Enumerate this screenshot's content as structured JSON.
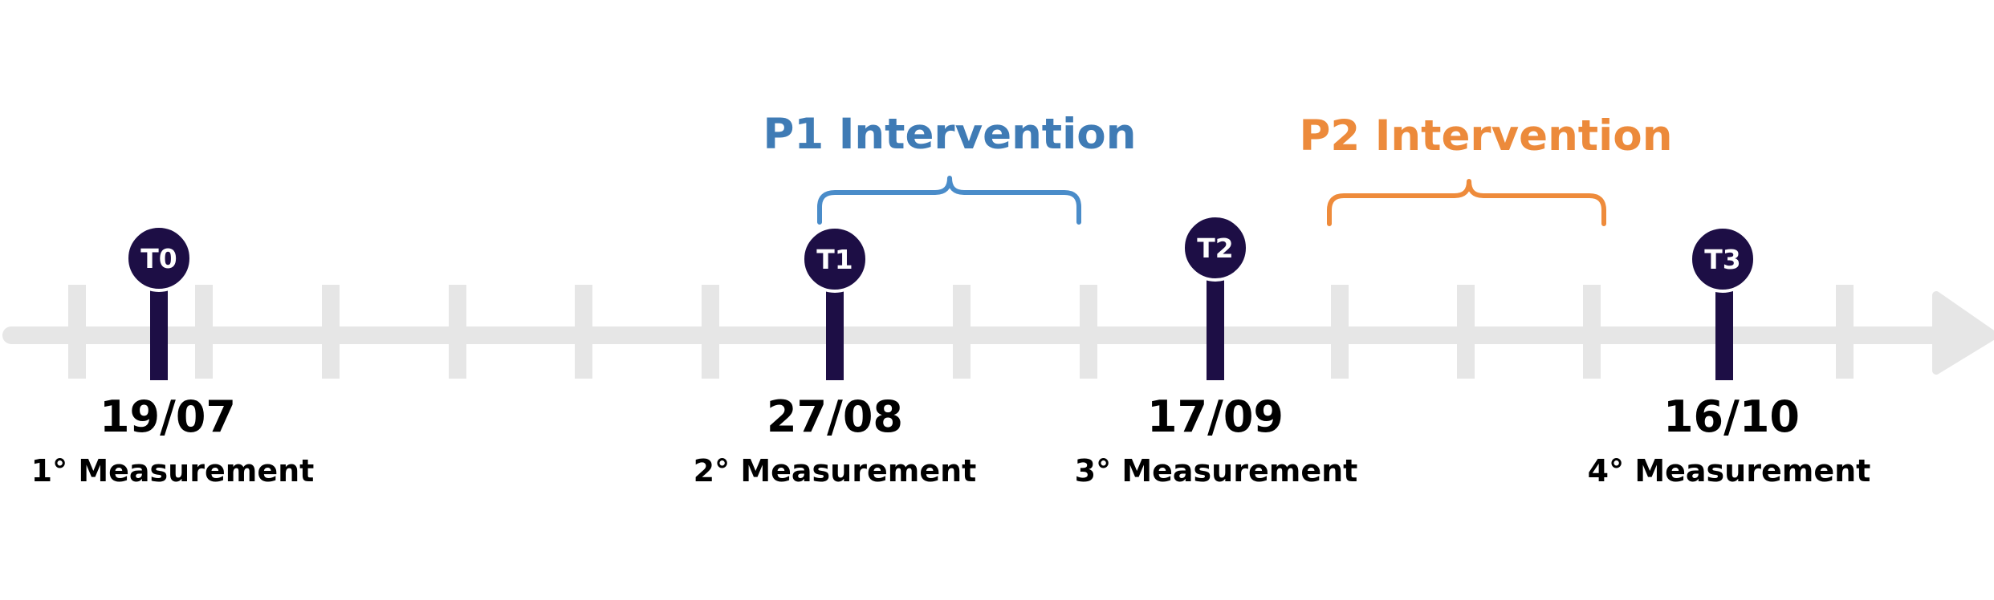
{
  "colors": {
    "axis": "#e6e6e6",
    "marker": "#1d0e45",
    "marker_text": "#ffffff",
    "label_text": "#000000",
    "p1": "#3f7bb5",
    "p1_brace": "#4a8cc9",
    "p2": "#ec8a3b",
    "p2_brace": "#ee8b3b"
  },
  "timepoints": [
    {
      "id": "T0",
      "date": "19/07",
      "measurement": "1° Measurement"
    },
    {
      "id": "T1",
      "date": "27/08",
      "measurement": "2° Measurement"
    },
    {
      "id": "T2",
      "date": "17/09",
      "measurement": "3° Measurement"
    },
    {
      "id": "T3",
      "date": "16/10",
      "measurement": "4° Measurement"
    }
  ],
  "interventions": [
    {
      "label": "P1 Intervention",
      "color_key": "p1"
    },
    {
      "label": "P2 Intervention",
      "color_key": "p2"
    }
  ]
}
